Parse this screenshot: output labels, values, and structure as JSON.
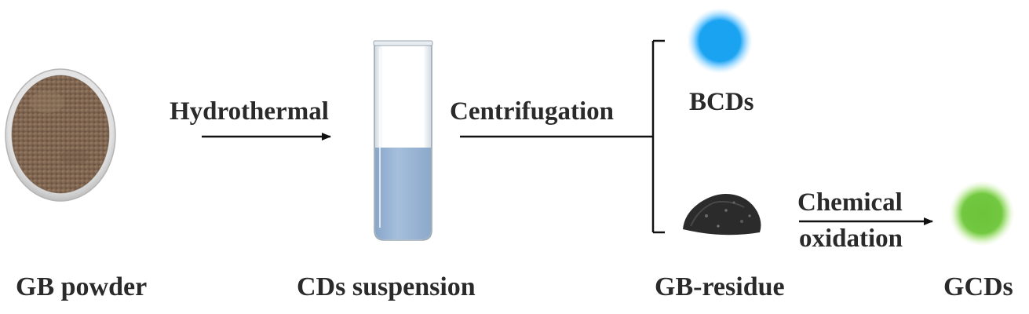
{
  "figure": {
    "steps": {
      "hydrothermal": "Hydrothermal",
      "centrifugation": "Centrifugation",
      "chemical": "Chemical",
      "oxidation": "oxidation"
    },
    "products": {
      "gb_powder": "GB powder",
      "cds_suspension": "CDs suspension",
      "gb_residue": "GB-residue",
      "bcds": "BCDs",
      "gcds": "GCDs"
    },
    "colors": {
      "powder": "#8a7058",
      "dish_rim": "#d8d8d8",
      "liquid": "#9bb6d6",
      "blue_dot": "#1aa3f0",
      "blue_glow": "#8fd3ff",
      "green_dot": "#6cc43a",
      "green_glow": "#c8f0a8",
      "residue": "#2a2a2a",
      "arrow": "#111111"
    }
  }
}
